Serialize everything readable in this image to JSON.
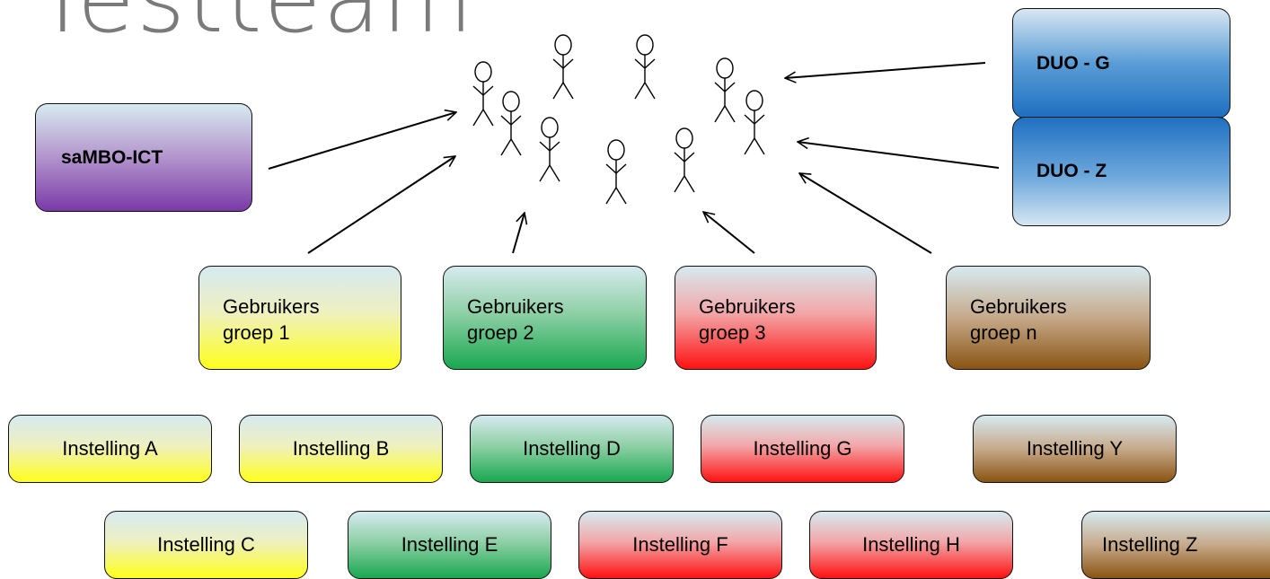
{
  "title": "Testteam",
  "sambo": {
    "label": "saMBO-ICT"
  },
  "duo": {
    "g_label": "DUO - G",
    "z_label": "DUO - Z"
  },
  "groups": [
    {
      "line1": "Gebruikers",
      "line2": "groep 1"
    },
    {
      "line1": "Gebruikers",
      "line2": "groep 2"
    },
    {
      "line1": "Gebruikers",
      "line2": "groep 3"
    },
    {
      "line1": "Gebruikers",
      "line2": "groep n"
    }
  ],
  "institutions_row1": [
    "Instelling A",
    "Instelling B",
    "Instelling D",
    "Instelling G",
    "Instelling Y"
  ],
  "institutions_row2": [
    "Instelling C",
    "Instelling E",
    "Instelling F",
    "Instelling H",
    "Instelling Z"
  ],
  "colors": {
    "yellow": "#ffff1a",
    "green": "#19a850",
    "red": "#ff1111",
    "brown": "#8a5412",
    "purple": "#7a3aa8",
    "blue": "#1e6fc0"
  }
}
